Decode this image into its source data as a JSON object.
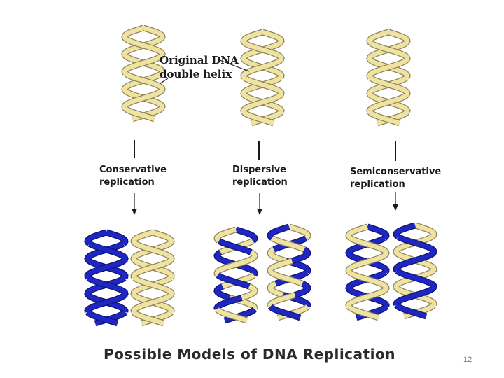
{
  "colors": {
    "parent": "#efe3a0",
    "parent_edge": "#8f8360",
    "new": "#1e27c4",
    "new_edge": "#101470"
  },
  "original_label": {
    "line1": "Original DNA",
    "line2": "double helix"
  },
  "models": [
    {
      "line1": "Conservative",
      "line2": "replication"
    },
    {
      "line1": "Dispersive",
      "line2": "replication"
    },
    {
      "line1": "Semiconservative",
      "line2": "replication"
    }
  ],
  "title": "Possible Models of DNA Replication",
  "page_number": "12"
}
